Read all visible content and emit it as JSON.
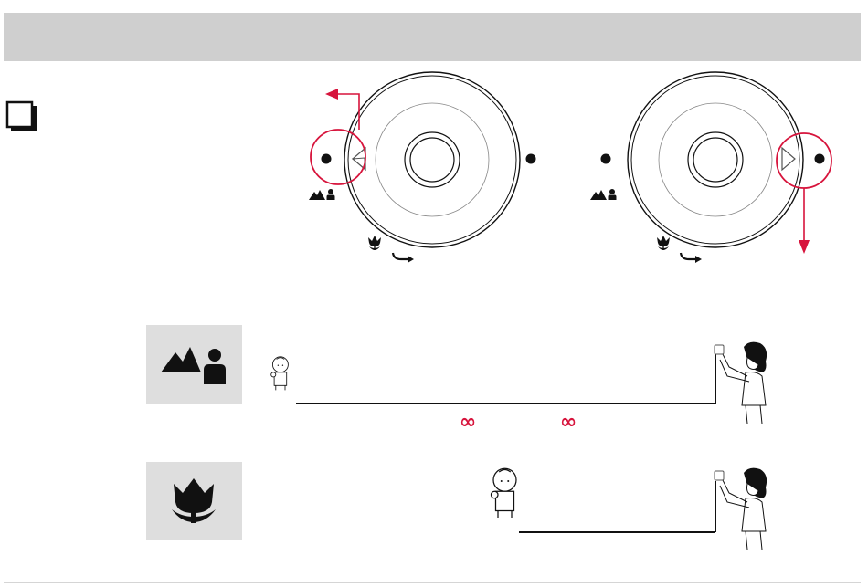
{
  "header": {
    "title": ""
  },
  "icons": {
    "checkbox": "checkbox-square-icon",
    "landscape_portrait": "landscape-portrait-icon",
    "macro": "tulip-macro-icon",
    "rotate_arrow": "curved-arrow-icon",
    "child": "child-figure-icon",
    "photographer": "photographer-figure-icon"
  },
  "dials": [
    {
      "id": "left",
      "indicator": "left-triangle",
      "highlight": "left",
      "arrow_direction": "up-left"
    },
    {
      "id": "right",
      "indicator": "right-triangle",
      "highlight": "right",
      "arrow_direction": "down"
    }
  ],
  "modes": [
    {
      "id": "normal",
      "icon": "landscape-portrait-icon",
      "range_start_symbol": "∞",
      "range_end_symbol": "∞"
    },
    {
      "id": "macro",
      "icon": "tulip-macro-icon"
    }
  ],
  "colors": {
    "accent": "#d7143c",
    "header": "#cfcfcf",
    "mode_box": "#dedede",
    "ink": "#111111"
  }
}
